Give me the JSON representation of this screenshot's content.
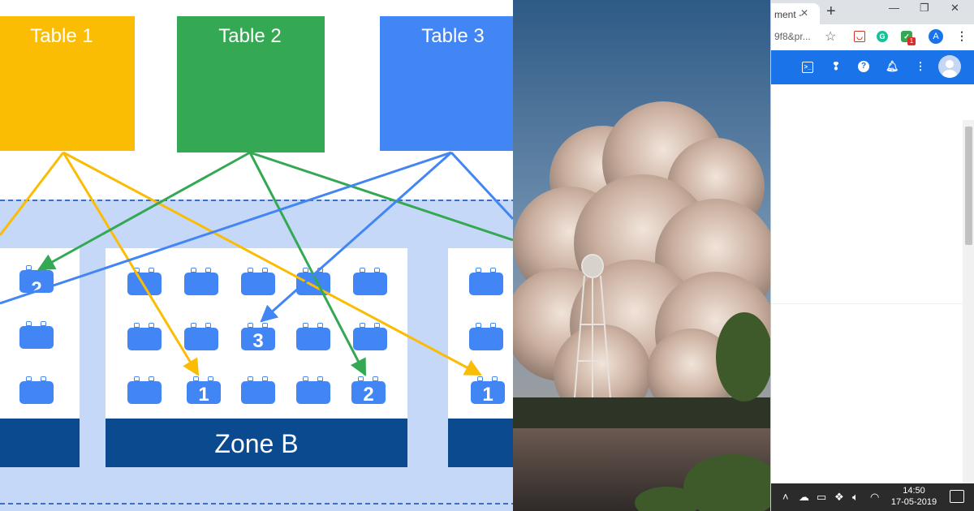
{
  "diagram": {
    "tables": [
      {
        "label": "Table 1",
        "color": "#FBBC04"
      },
      {
        "label": "Table 2",
        "color": "#34A853"
      },
      {
        "label": "Table 3",
        "color": "#4285F4"
      }
    ],
    "zone_label": "Zone B",
    "server_numbers": [
      "2",
      "3",
      "1",
      "2",
      "1"
    ],
    "colors": {
      "zone_bg": "#C6D8F7",
      "zone_bar": "#0B4A8F",
      "server": "#4285F4"
    }
  },
  "photo": {
    "description_icon": "rocket-launch-photo"
  },
  "browser": {
    "tab_title": "ment -",
    "url_fragment": "9f8&pr...",
    "profile_initial": "A",
    "extension_badge": "1",
    "clock_time": "14:50",
    "clock_date": "17-05-2019",
    "colors": {
      "appbar": "#1A73E8",
      "taskbar": "#2B2B2B"
    }
  }
}
